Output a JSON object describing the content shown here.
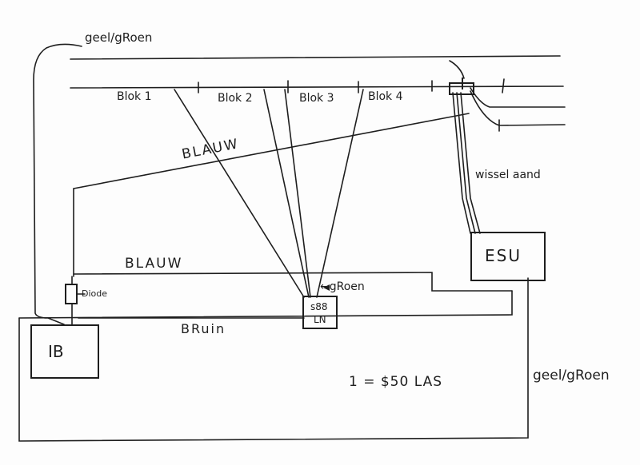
{
  "labels": {
    "geel_groen_top": "geel/gRoen",
    "geel_groen_right": "geel/gRoen",
    "blok1": "Blok 1",
    "blok2": "Blok 2",
    "blok3": "Blok 3",
    "blok4": "Blok 4",
    "blauw_upper": "BLAUW",
    "blauw_lower": "BLAUW",
    "bruin": "BRuin",
    "wissel": "wissel aand",
    "diode": "Diode",
    "groen_arrow": "←gRoen",
    "note": "1 = $50 LAS"
  },
  "components": {
    "ib": "IB",
    "esu": "ESU",
    "s88_line1": "s88",
    "s88_line2": "LN"
  },
  "colors": {
    "ink": "#1e1e1e",
    "paper": "#fdfdfd"
  }
}
